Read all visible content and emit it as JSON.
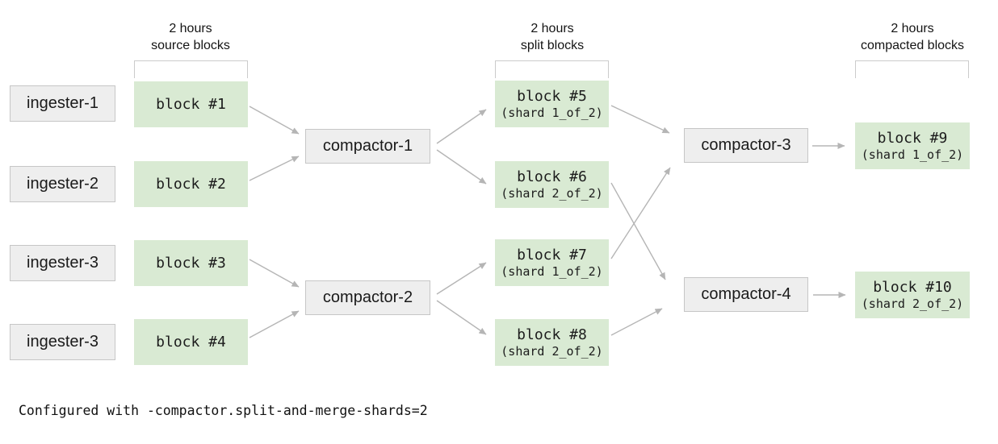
{
  "column_headers": [
    {
      "line1": "2 hours",
      "line2": "source blocks"
    },
    {
      "line1": "2 hours",
      "line2": "split blocks"
    },
    {
      "line1": "2 hours",
      "line2": "compacted blocks"
    }
  ],
  "ingesters": [
    {
      "label": "ingester-1"
    },
    {
      "label": "ingester-2"
    },
    {
      "label": "ingester-3"
    },
    {
      "label": "ingester-3"
    }
  ],
  "source_blocks": [
    {
      "label": "block #1"
    },
    {
      "label": "block #2"
    },
    {
      "label": "block #3"
    },
    {
      "label": "block #4"
    }
  ],
  "stage1_compactors": [
    {
      "label": "compactor-1"
    },
    {
      "label": "compactor-2"
    }
  ],
  "split_blocks": [
    {
      "label": "block #5",
      "shard": "(shard 1_of_2)"
    },
    {
      "label": "block #6",
      "shard": "(shard 2_of_2)"
    },
    {
      "label": "block #7",
      "shard": "(shard 1_of_2)"
    },
    {
      "label": "block #8",
      "shard": "(shard 2_of_2)"
    }
  ],
  "stage2_compactors": [
    {
      "label": "compactor-3"
    },
    {
      "label": "compactor-4"
    }
  ],
  "compacted_blocks": [
    {
      "label": "block #9",
      "shard": "(shard 1_of_2)"
    },
    {
      "label": "block #10",
      "shard": "(shard 2_of_2)"
    }
  ],
  "edges": [
    {
      "from": "block #1",
      "to": "compactor-1"
    },
    {
      "from": "block #2",
      "to": "compactor-1"
    },
    {
      "from": "block #3",
      "to": "compactor-2"
    },
    {
      "from": "block #4",
      "to": "compactor-2"
    },
    {
      "from": "compactor-1",
      "to": "block #5"
    },
    {
      "from": "compactor-1",
      "to": "block #6"
    },
    {
      "from": "compactor-2",
      "to": "block #7"
    },
    {
      "from": "compactor-2",
      "to": "block #8"
    },
    {
      "from": "block #5",
      "to": "compactor-3"
    },
    {
      "from": "block #7",
      "to": "compactor-3"
    },
    {
      "from": "block #6",
      "to": "compactor-4"
    },
    {
      "from": "block #8",
      "to": "compactor-4"
    },
    {
      "from": "compactor-3",
      "to": "block #9"
    },
    {
      "from": "compactor-4",
      "to": "block #10"
    }
  ],
  "footer": {
    "text": "Configured with -compactor.split-and-merge-shards=2"
  },
  "colors": {
    "block_green": "#d9ead3",
    "node_gray": "#eeeeee",
    "node_border": "#c6c6c6",
    "bracket_border": "#cbcbcb",
    "arrow": "#b5b5b5",
    "text": "#1a1a1a"
  }
}
